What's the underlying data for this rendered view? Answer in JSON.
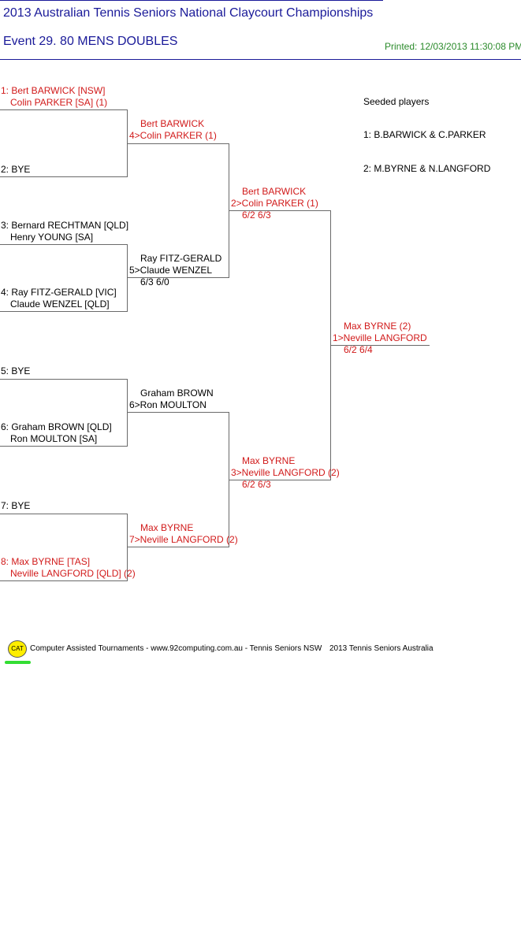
{
  "header": {
    "title": "2013 Australian Tennis Seniors National Claycourt Championships",
    "event": "Event 29. 80 MENS DOUBLES",
    "printed": "Printed: 12/03/2013 11:30:08 PM"
  },
  "seeded": {
    "heading": "Seeded players",
    "items": [
      "1: B.BARWICK & C.PARKER",
      "2: M.BYRNE & N.LANGFORD"
    ]
  },
  "round1": [
    {
      "line1": "1: Bert BARWICK [NSW]",
      "line2": "Colin PARKER [SA] (1)",
      "color": "#d11a1a"
    },
    {
      "line1": "2: BYE",
      "line2": "",
      "color": "#000000"
    },
    {
      "line1": "3: Bernard RECHTMAN [QLD]",
      "line2": "Henry YOUNG [SA]",
      "color": "#000000"
    },
    {
      "line1": "4: Ray FITZ-GERALD [VIC]",
      "line2": "Claude WENZEL [QLD]",
      "color": "#000000"
    },
    {
      "line1": "5: BYE",
      "line2": "",
      "color": "#000000"
    },
    {
      "line1": "6: Graham BROWN [QLD]",
      "line2": "Ron MOULTON [SA]",
      "color": "#000000"
    },
    {
      "line1": "7: BYE",
      "line2": "",
      "color": "#000000"
    },
    {
      "line1": "8: Max BYRNE [TAS]",
      "line2": "Neville LANGFORD [QLD] (2)",
      "color": "#d11a1a"
    }
  ],
  "round2": [
    {
      "line1": "Bert BARWICK",
      "line2": "4>Colin PARKER (1)",
      "score": "",
      "color": "#d11a1a"
    },
    {
      "line1": "Ray FITZ-GERALD",
      "line2": "5>Claude WENZEL",
      "score": "6/3 6/0",
      "color": "#000000"
    },
    {
      "line1": "Graham BROWN",
      "line2": "6>Ron MOULTON",
      "score": "",
      "color": "#000000"
    },
    {
      "line1": "Max BYRNE",
      "line2": "7>Neville LANGFORD (2)",
      "score": "",
      "color": "#d11a1a"
    }
  ],
  "round3": [
    {
      "line1": "Bert BARWICK",
      "line2": "2>Colin PARKER (1)",
      "score": "6/2 6/3",
      "color": "#d11a1a"
    },
    {
      "line1": "Max BYRNE",
      "line2": "3>Neville LANGFORD (2)",
      "score": "6/2 6/3",
      "color": "#d11a1a"
    }
  ],
  "final": {
    "line1": "Max BYRNE (2)",
    "line2": "1>Neville LANGFORD",
    "score": "6/2 6/4",
    "color": "#d11a1a"
  },
  "footer": {
    "logo": "CAT",
    "credit": "Computer Assisted Tournaments - www.92computing.com.au -  Tennis Seniors NSW",
    "copyright": "2013 Tennis Seniors Australia"
  }
}
